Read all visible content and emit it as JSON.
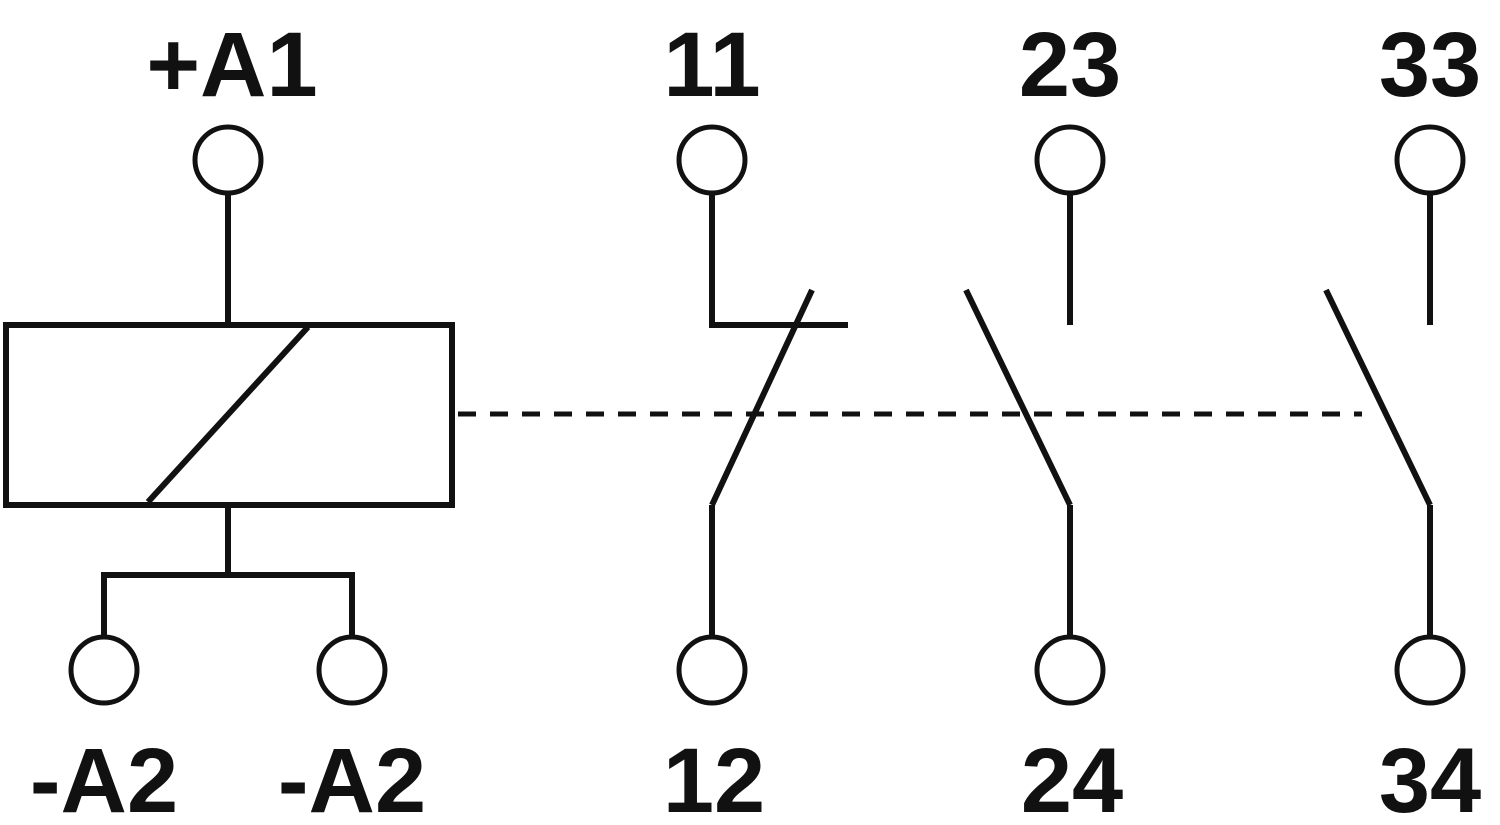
{
  "labels": {
    "coil_top": "+A1",
    "coil_bottom_left": "-A2",
    "coil_bottom_right": "-A2",
    "nc_top": "11",
    "nc_bottom": "12",
    "no1_top": "23",
    "no1_bottom": "24",
    "no2_top": "33",
    "no2_bottom": "34"
  },
  "colors": {
    "stroke": "#111111",
    "background": "#ffffff"
  }
}
